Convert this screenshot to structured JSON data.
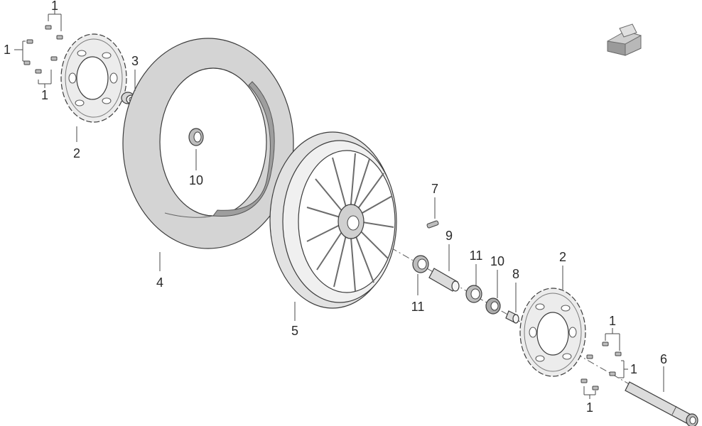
{
  "diagram": {
    "callouts": {
      "bolts_disc_left_top": "1",
      "bolts_disc_left_side": "1",
      "bolts_disc_left_bottom": "1",
      "disc_left": "2",
      "spacer_left": "3",
      "tyre": "4",
      "seal_left": "10",
      "rim": "5",
      "valve": "7",
      "distance_tube": "9",
      "bearing_left": "11",
      "bearing_right_upper": "11",
      "seal_right": "10",
      "spacer_right": "8",
      "disc_right": "2",
      "bolts_disc_right_top": "1",
      "bolts_disc_right_side": "1",
      "bolts_disc_right_bottom": "1",
      "axle": "6"
    },
    "icons": {
      "view_direction": "direction-arrow-icon"
    },
    "colors": {
      "line": "#3c3c3c",
      "part_fill_light": "#e8e8e8",
      "part_fill_mid": "#cfcfcf",
      "part_fill_dark": "#9a9a9a",
      "background": "#ffffff"
    }
  }
}
